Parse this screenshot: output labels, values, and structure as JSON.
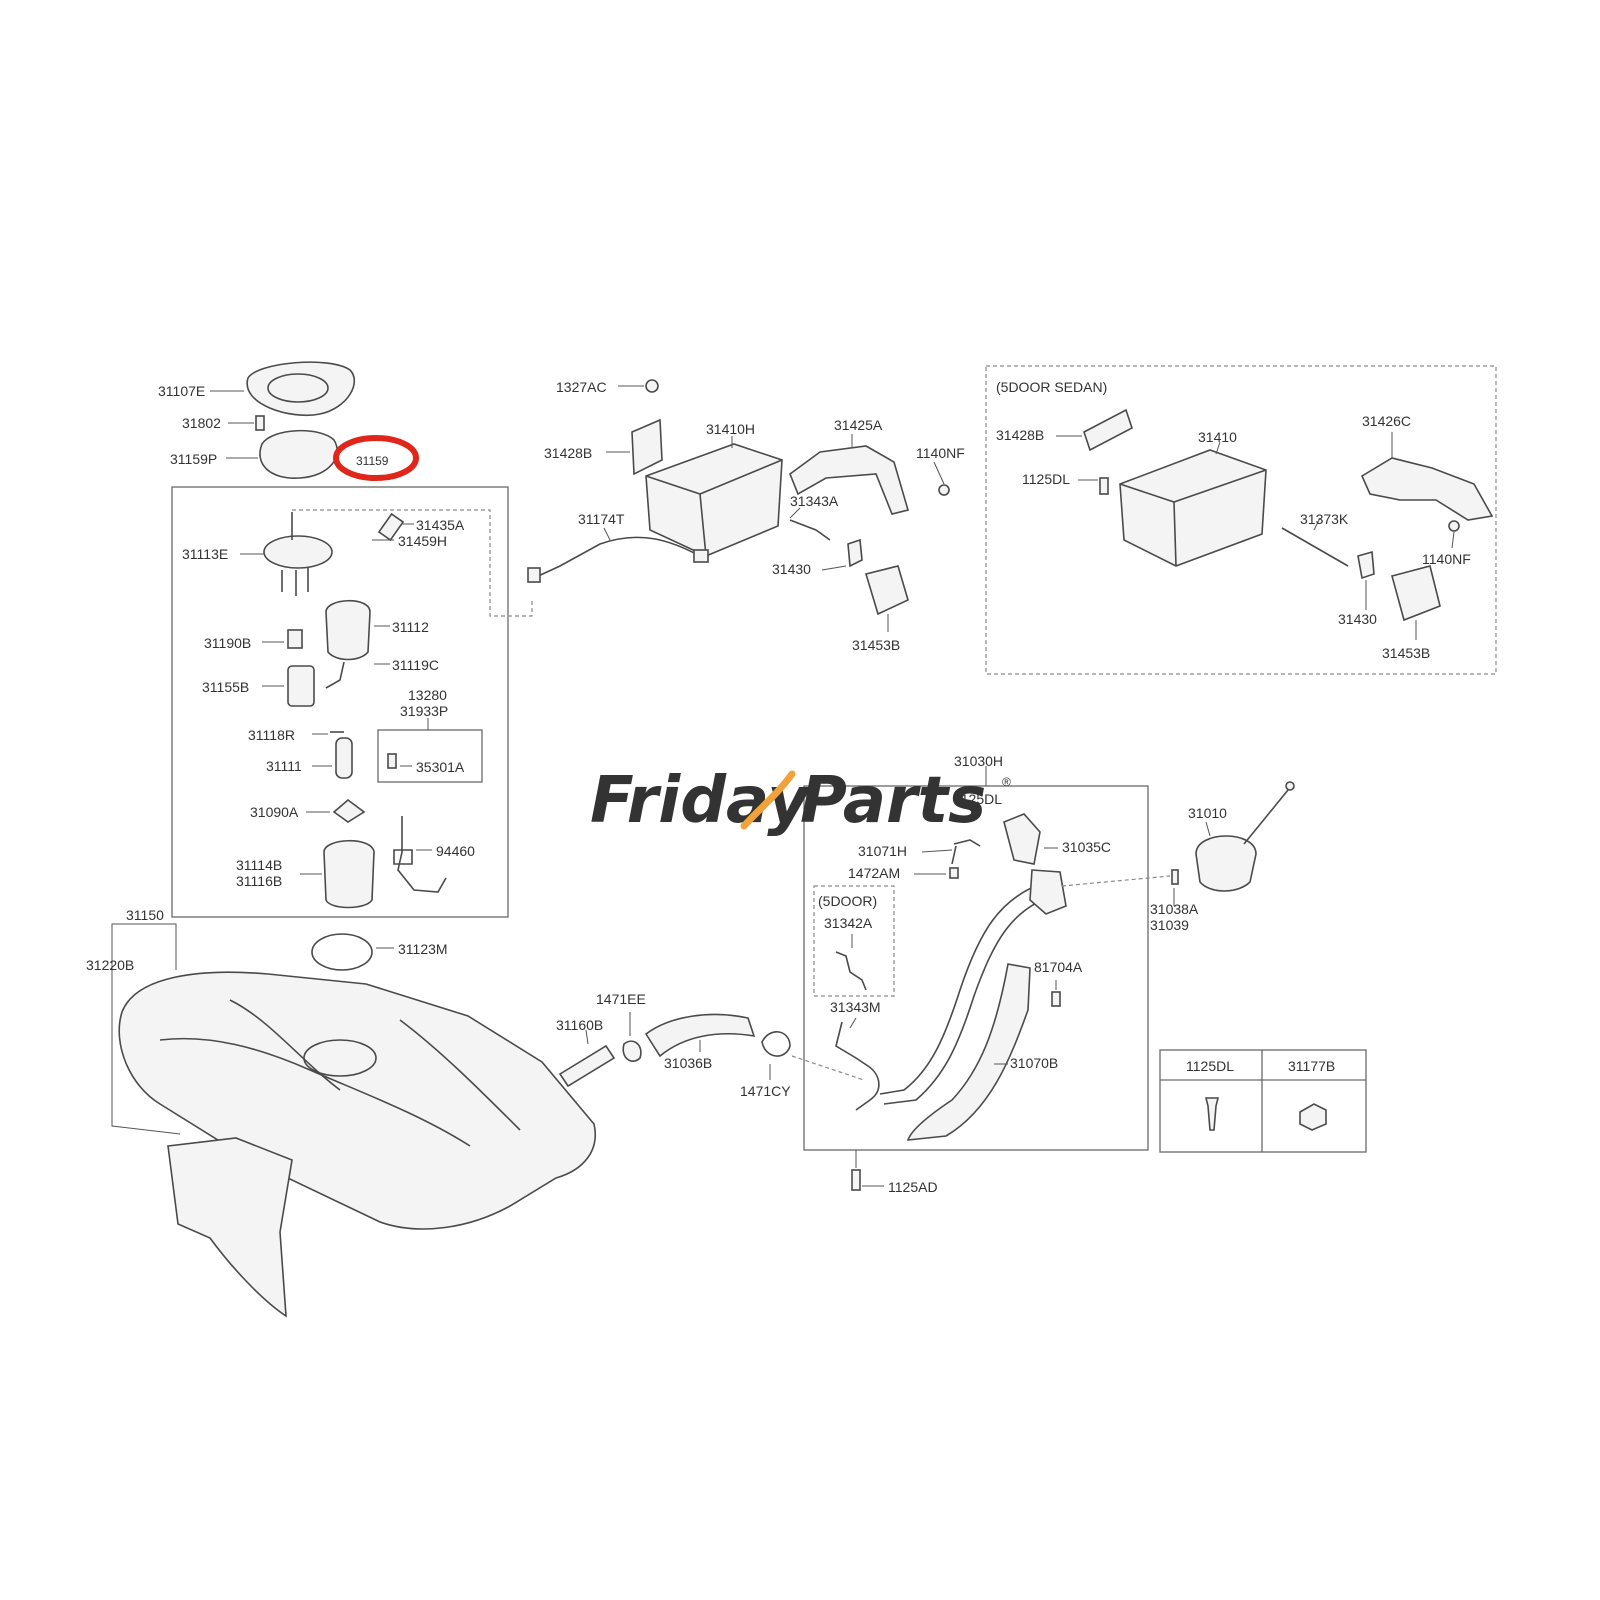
{
  "watermark": {
    "text_left": "Friday",
    "text_right": "Parts",
    "registered_mark": "®",
    "color_main": "#7f9bc6",
    "color_accent": "#f2a23a"
  },
  "highlight": {
    "color": "#e0261a",
    "label": "31159"
  },
  "boxes": {
    "sedan_label": "(5DOOR SEDAN)",
    "fivedoor_label": "(5DOOR)"
  },
  "legend_table": {
    "headers": [
      "1125DL",
      "31177B"
    ]
  },
  "callouts": [
    "31107E",
    "31802",
    "31159P",
    "31113E",
    "31435A",
    "31459H",
    "31190B",
    "31112",
    "31119C",
    "31155B",
    "13280",
    "31933P",
    "31118R",
    "31111",
    "35301A",
    "31090A",
    "31114B",
    "31116B",
    "94460",
    "31150",
    "31220B",
    "31123M",
    "1327AC",
    "31428B",
    "31410H",
    "31425A",
    "1140NF",
    "31174T",
    "31343A",
    "31430",
    "31453B",
    "31428B",
    "31410",
    "31426C",
    "1125DL",
    "31373K",
    "1140NF",
    "31430",
    "31453B",
    "31030H",
    "1125DL",
    "31071H",
    "31035C",
    "1472AM",
    "31342A",
    "81704A",
    "31343M",
    "31070B",
    "31010",
    "31038A",
    "31039",
    "1471EE",
    "31160B",
    "31036B",
    "1471CY",
    "1125AD"
  ]
}
